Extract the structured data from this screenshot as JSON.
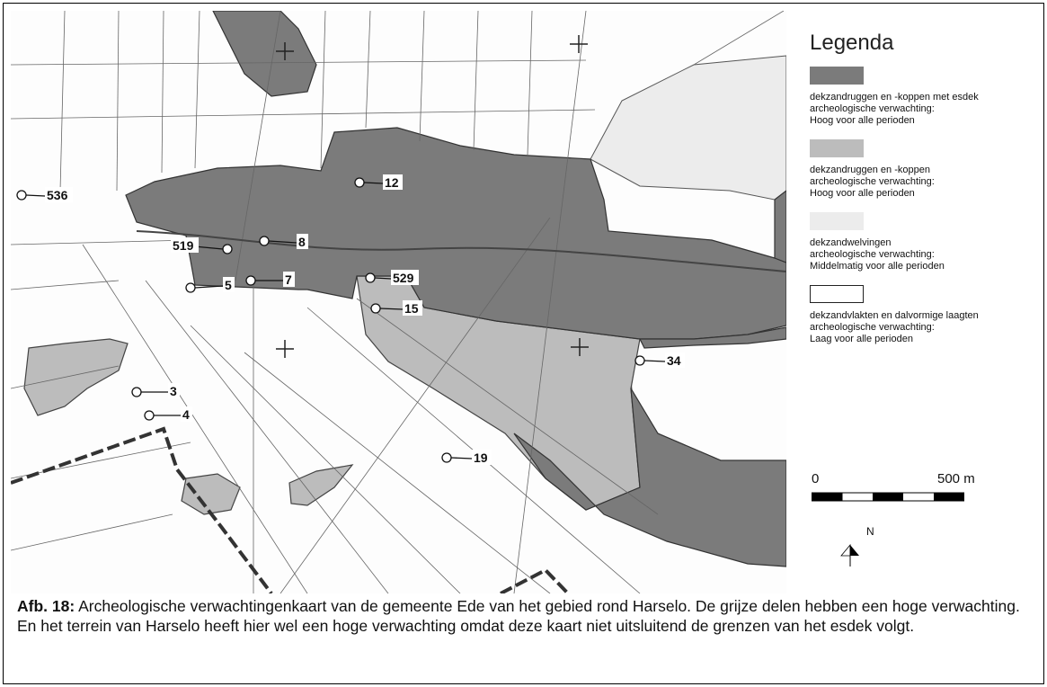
{
  "legend": {
    "title": "Legenda",
    "items": [
      {
        "swatch": "#7b7b7b",
        "lines": [
          "dekzandruggen en -koppen met esdek",
          "archeologische verwachting:",
          "Hoog voor alle perioden"
        ]
      },
      {
        "swatch": "#bcbcbc",
        "lines": [
          "dekzandruggen en -koppen",
          "archeologische verwachting:",
          "Hoog voor alle perioden"
        ]
      },
      {
        "swatch": "#ececec",
        "lines": [
          "dekzandwelvingen",
          "archeologische verwachting:",
          "Middelmatig voor alle perioden"
        ]
      },
      {
        "swatch": "#ffffff",
        "lines": [
          "dekzandvlakten en dalvormige laagten",
          "archeologische verwachting:",
          "Laag voor alle perioden"
        ]
      }
    ]
  },
  "scale": {
    "start": "0",
    "end": "500 m"
  },
  "north": {
    "label": "N"
  },
  "sites": [
    "536",
    "12",
    "519",
    "8",
    "5",
    "7",
    "529",
    "15",
    "3",
    "4",
    "34",
    "19"
  ],
  "caption": {
    "prefix": "Afb. 18:",
    "text": " Archeologische verwachtingenkaart van de gemeente Ede van het gebied rond Harselo. De grijze delen hebben een hoge verwachting. En het terrein van Harselo heeft hier wel een hoge verwachting omdat deze kaart niet uitsluitend de grenzen van het esdek volgt."
  },
  "colors": {
    "dark": "#7b7b7b",
    "medium": "#bcbcbc",
    "light": "#ececec",
    "line": "#444444"
  }
}
